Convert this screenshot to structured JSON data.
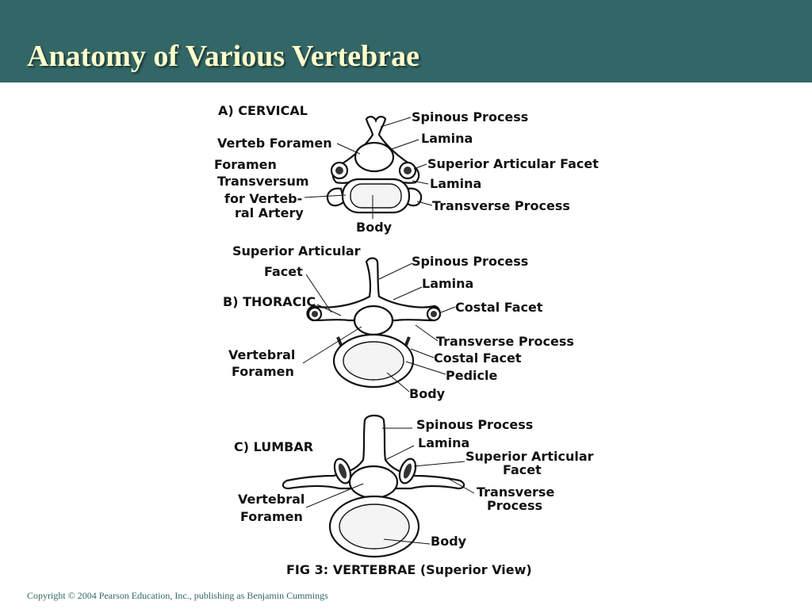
{
  "slide": {
    "title": "Anatomy of Various Vertebrae",
    "copyright": "Copyright © 2004 Pearson Education, Inc., publishing as Benjamin Cummings",
    "colors": {
      "title_bar": "#336666",
      "title_text": "#ffffcc"
    }
  },
  "figure": {
    "caption": "FIG 3: VERTEBRAE (Superior View)",
    "cervical": {
      "heading": "A) CERVICAL",
      "spinous_process": "Spinous Process",
      "verteb_foramen": "Verteb Foramen",
      "lamina": "Lamina",
      "foramen_line1": "Foramen",
      "foramen_line2": "Transversum",
      "foramen_line3": "for Verteb-",
      "foramen_line4": "ral Artery",
      "superior_articular_facet": "Superior Articular Facet",
      "lamina_2": "Lamina",
      "transverse_process": "Transverse Process",
      "body": "Body"
    },
    "thoracic": {
      "heading": "B) THORACIC",
      "superior_articular_line1": "Superior Articular",
      "superior_articular_line2": "Facet",
      "spinous_process": "Spinous Process",
      "lamina": "Lamina",
      "costal_facet": "Costal Facet",
      "transverse_process": "Transverse Process",
      "vertebral_line1": "Vertebral",
      "vertebral_line2": "Foramen",
      "costal_facet_2": "Costal Facet",
      "pedicle": "Pedicle",
      "body": "Body"
    },
    "lumbar": {
      "heading": "C) LUMBAR",
      "spinous_process": "Spinous Process",
      "lamina": "Lamina",
      "superior_articular_line1": "Superior Articular",
      "superior_articular_line2": "Facet",
      "transverse_line1": "Transverse",
      "transverse_line2": "Process",
      "vertebral_line1": "Vertebral",
      "vertebral_line2": "Foramen",
      "body": "Body"
    }
  }
}
